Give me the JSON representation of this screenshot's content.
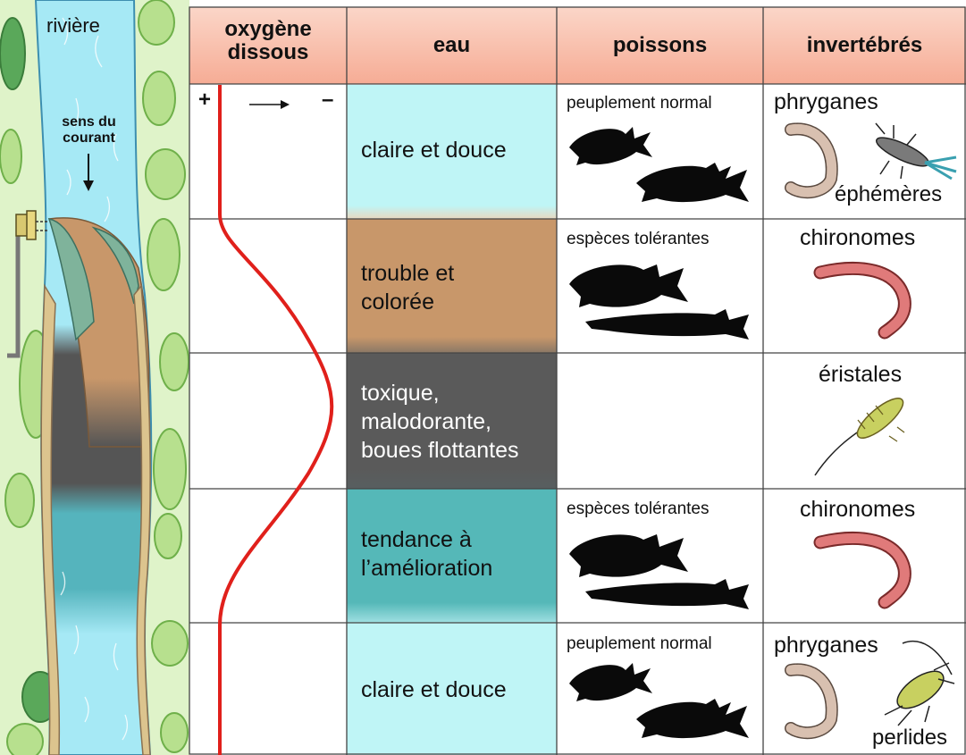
{
  "river": {
    "label": "rivière",
    "current_label": "sens du courant"
  },
  "headers": {
    "oxygen": "oxygène dissous",
    "water": "eau",
    "fish": "poissons",
    "invertebrates": "invertébrés"
  },
  "oxygen_scale": {
    "plus": "+",
    "minus": "–"
  },
  "rows": [
    {
      "water": "claire et douce",
      "water_color": "#bff5f6",
      "fish": "peuplement normal",
      "invert_1": "phryganes",
      "invert_2": "éphémères"
    },
    {
      "water": "trouble et colorée",
      "water_color": "#c8976a",
      "fish": "espèces tolérantes",
      "invert_1": "chironomes",
      "invert_2": ""
    },
    {
      "water": "toxique, malodorante, boues flottantes",
      "water_color": "#595959",
      "fish": "",
      "invert_1": "éristales",
      "invert_2": ""
    },
    {
      "water": "tendance à l’amélioration",
      "water_color": "#55b8b8",
      "fish": "espèces tolérantes",
      "invert_1": "chironomes",
      "invert_2": ""
    },
    {
      "water": "claire et douce",
      "water_color": "#bff5f6",
      "fish": "peuplement normal",
      "invert_1": "phryganes",
      "invert_2": "perlides"
    }
  ],
  "colors": {
    "header_bg": "#f7b8a4",
    "header_bg_light": "#fbd6c8",
    "oxygen_curve": "#e0201b",
    "river_water": "#9fe6f3",
    "bank": "#d8f0c0",
    "polluted": "#555555",
    "sediment": "#c8976a"
  },
  "icons": [
    "fish-icon",
    "caddisfly-larva-icon",
    "mayfly-larva-icon",
    "chironomid-larva-icon",
    "rat-tailed-maggot-icon",
    "stonefly-larva-icon",
    "outfall-pipe-icon",
    "tree-icon"
  ]
}
